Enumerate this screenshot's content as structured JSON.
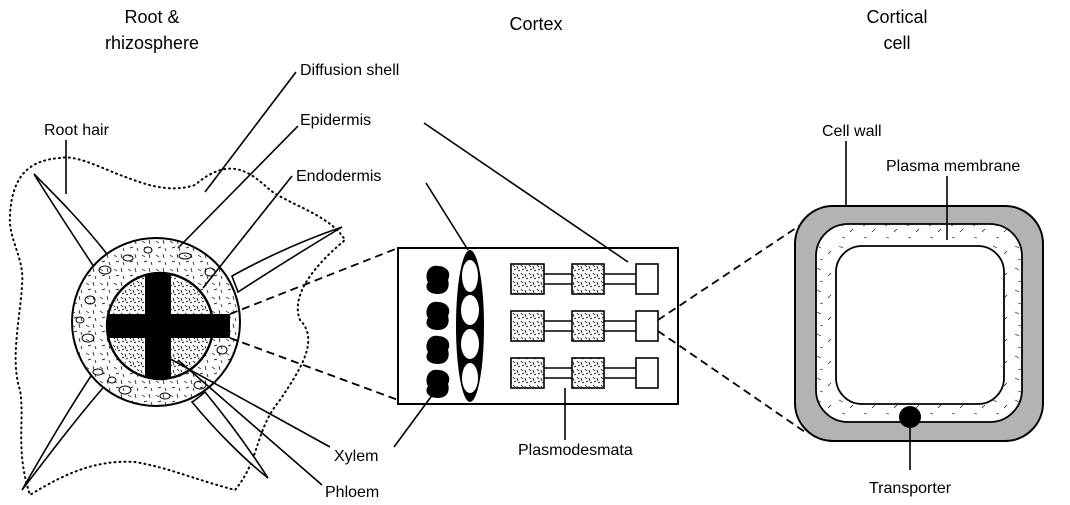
{
  "headers": {
    "root_line1": "Root &",
    "root_line2": "rhizosphere",
    "cortex": "Cortex",
    "cell_line1": "Cortical",
    "cell_line2": "cell"
  },
  "labels": {
    "diffusion_shell": "Diffusion shell",
    "epidermis": "Epidermis",
    "root_hair": "Root hair",
    "endodermis": "Endodermis",
    "xylem": "Xylem",
    "phloem": "Phloem",
    "plasmodesmata": "Plasmodesmata",
    "cell_wall": "Cell wall",
    "plasma_membrane": "Plasma membrane",
    "transporter": "Transporter"
  }
}
